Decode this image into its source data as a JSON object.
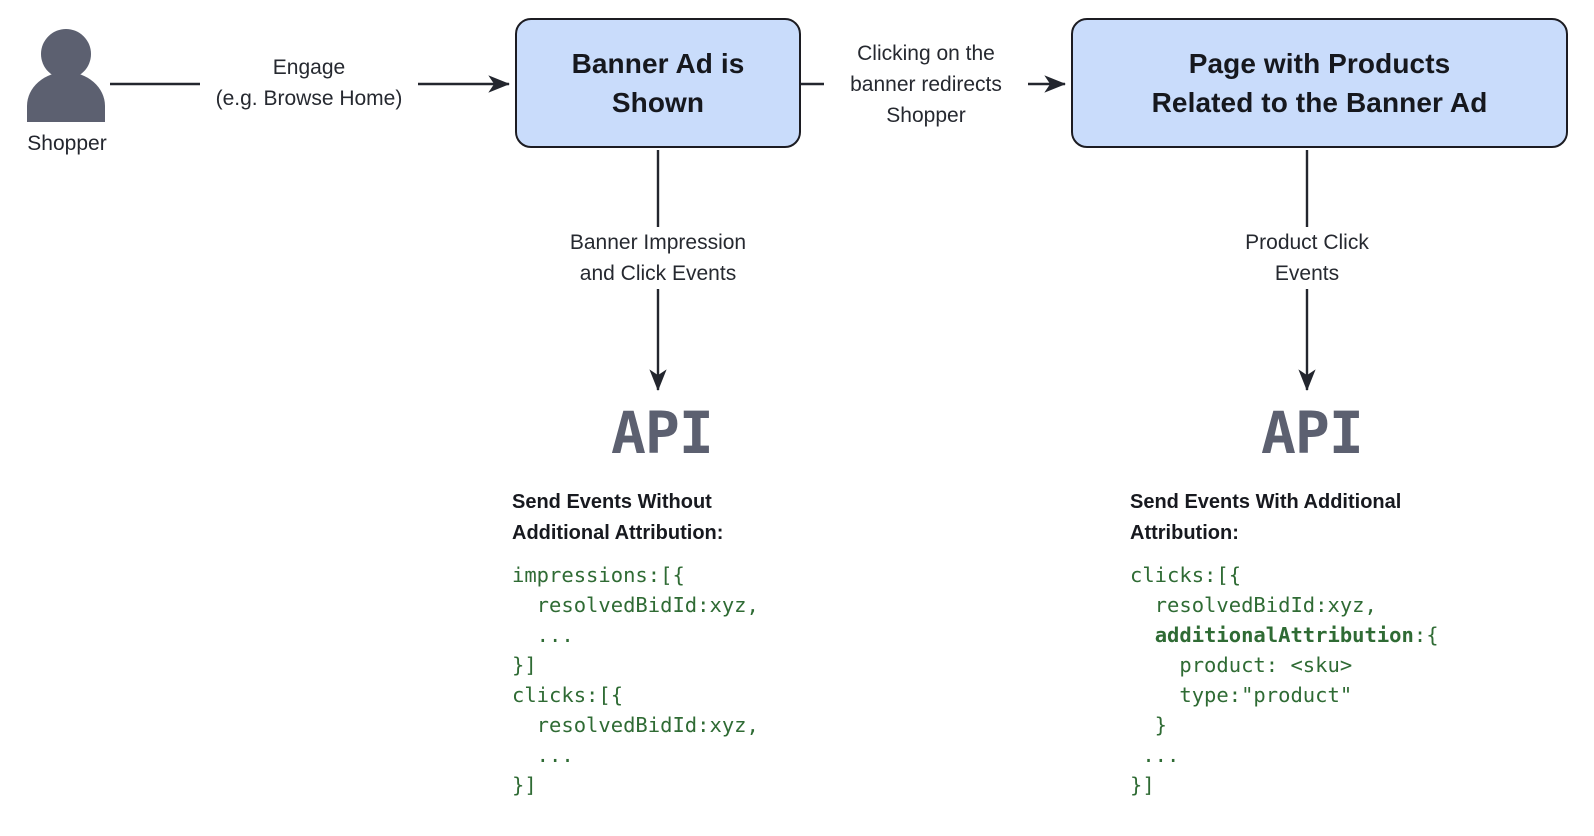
{
  "diagram": {
    "actor": {
      "icon": "person-icon",
      "label": "Shopper",
      "color": "#5c6070"
    },
    "nodes": [
      {
        "id": "banner-ad-shown",
        "label": "Banner Ad is\nShown",
        "fill": "#c9dcfb",
        "stroke": "#1c1c22"
      },
      {
        "id": "page-with-products",
        "label": "Page with Products\nRelated to the Banner Ad",
        "fill": "#c9dcfb",
        "stroke": "#1c1c22"
      }
    ],
    "edges": [
      {
        "id": "shopper-to-banner",
        "label": "Engage\n(e.g. Browse Home)",
        "direction": "right"
      },
      {
        "id": "banner-to-page",
        "label": "Clicking on the\nbanner redirects\nShopper",
        "direction": "right"
      },
      {
        "id": "banner-to-api",
        "label": "Banner Impression\nand Click Events",
        "direction": "down"
      },
      {
        "id": "page-to-api",
        "label": "Product Click\nEvents",
        "direction": "down"
      }
    ],
    "endpoints": [
      {
        "id": "api-endpoint-left",
        "glyph": "API",
        "color": "#5c6070"
      },
      {
        "id": "api-endpoint-right",
        "glyph": "API",
        "color": "#5c6070"
      }
    ],
    "code_panels": [
      {
        "id": "panel-without-attribution",
        "title": "Send Events Without\nAdditional Attribution:",
        "code_color": "#2f6b34",
        "lines": [
          {
            "text": "impressions:[{",
            "bold": false
          },
          {
            "text": "  resolvedBidId:xyz,",
            "bold": false
          },
          {
            "text": "  ...",
            "bold": false
          },
          {
            "text": "}]",
            "bold": false
          },
          {
            "text": "clicks:[{",
            "bold": false
          },
          {
            "text": "  resolvedBidId:xyz,",
            "bold": false
          },
          {
            "text": "  ...",
            "bold": false
          },
          {
            "text": "}]",
            "bold": false
          }
        ]
      },
      {
        "id": "panel-with-attribution",
        "title": "Send Events With Additional\nAttribution:",
        "code_color": "#2f6b34",
        "lines": [
          {
            "text": "clicks:[{",
            "bold": false
          },
          {
            "text": "  resolvedBidId:xyz,",
            "bold": false
          },
          {
            "text": "  additionalAttribution:{",
            "bold": true,
            "bold_part": "additionalAttribution"
          },
          {
            "text": "    product: <sku>",
            "bold": false
          },
          {
            "text": "    type:\"product\"",
            "bold": false
          },
          {
            "text": "  }",
            "bold": false
          },
          {
            "text": " ...",
            "bold": false
          },
          {
            "text": "}]",
            "bold": false
          }
        ]
      }
    ]
  }
}
